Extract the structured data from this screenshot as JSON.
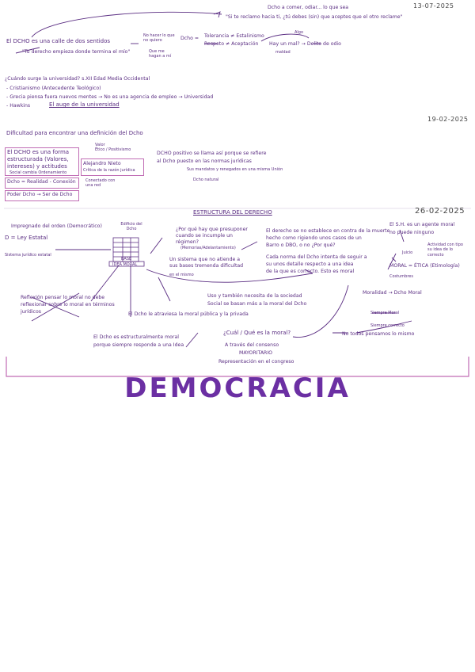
{
  "dates": {
    "d1": "13-07-2025",
    "d2": "19-02-2025",
    "d3": "26-02-2025"
  },
  "section1": {
    "top_dcho_line": "Dcho a comer, odiar... lo que sea",
    "quote": "\"Si te reclamo hacia ti, ¿tú debes (sin) que aceptes que el otro reclame\"",
    "main": "El DCHO es una calle de dos sentidos",
    "sub": "\"Tu derecho empieza donde termina el mío\"",
    "no_hacer": "No hacer lo que no quiero",
    "que_me_hagan": "Que me hagan a mí",
    "dcho_equals": "Dcho =",
    "tolerancia": "Tolerancia ≠ Estalinismo",
    "respeto": "Respeto ≠ Aceptación",
    "odio_note": "Hay un mal? → Delito de odio",
    "algo": "Algo",
    "maldad": "maldad"
  },
  "section2": {
    "question": "¿Cuándo surge la universidad? s.XII Edad Media Occidental",
    "item1": "- Cristianismo (Antecedente Teológico)",
    "item2": "- Grecia piensa fuera nuevos mentes → No es una agencia de empleo → Universidad",
    "item3": "- Hawkins",
    "item3_b": "El auge de la universidad"
  },
  "section3": {
    "heading": "Dificultad para encontrar una definición del Dcho",
    "box1_l1": "El DCHO es una forma",
    "box1_l2": "estructurada (Valores,",
    "box1_l3": "intereses) y actitudes",
    "box1_note": "Social cambia       Ordenamiento",
    "side1": "Valor",
    "side2": "Ético / Positivismo",
    "box2_l1": "Alejandro Nieto",
    "box2_l2": "Crítica de la razón jurídica",
    "box3": "Dcho = Realidad - Conexión",
    "box3_note": "Conectado con una red",
    "box4": "Poder Dcho → Ser de Dcho",
    "right1": "DCHO positivo se llama así porque se refiere",
    "right2": "al Dcho puesto en las normas jurídicas",
    "right3": "Sus mandatos y renegados en una misma Unión",
    "right4": "Dcho natural"
  },
  "section4": {
    "title": "ESTRUCTURA DEL DERECHO",
    "left_top": "Impregnado del orden (Democrático)",
    "d_ley": "D = Ley Estatal",
    "sistema": "Sistema jurídico estatal",
    "edificio": "Edificio del Dcho",
    "base": "BASE",
    "base2": "IDEA MORAL",
    "q1": "¿Por qué hay que presuponer cuando se incumple un régimen?",
    "q1b": "(Memorias/Adelantamiento)",
    "q1c": "Un sistema que no atiende a sus bases tremenda dificultad",
    "q1d": "en el mismo",
    "c1": "El derecho se no establece en contra de la muerte",
    "c2": "hecho como rigiendo unos casos de un",
    "c3": "Barro o DBO, o no ¿Por qué?",
    "c4": "Cada norma del Dcho intenta de seguir a",
    "c5": "su unos detalle respecto a una idea",
    "c6": "de la que es correcto. Esto es moral",
    "r1": "El S.H. es un agente moral",
    "r2": "no puede ninguno",
    "r3": "Actividad con tipo su idea de lo correcto",
    "r4": "Juicio",
    "r5": "MORAL = ÉTICA (Etimología)",
    "r6": "Costumbres",
    "r7": "Moralidad → Dcho Moral",
    "r8": "Siempre Moral",
    "r9": "Siempre correcto",
    "r10": "No todos pensamos lo mismo",
    "left_mid1": "Reflexión pensar lo moral no debe",
    "left_mid2": "reflexionar sobre lo moral en términos",
    "left_mid3": "jurídicos",
    "center_mid": "El Dcho le atraviesa la moral pública y la privada",
    "uso": "Uso y también necesita de la sociedad",
    "uso2": "Social se basan más a la moral del Dcho",
    "bottom_left1": "El Dcho es estructuralmente moral",
    "bottom_left2": "porque siempre responde a una Idea",
    "q_moral": "¿Cuál / Qué es la moral?",
    "traves": "A través del consenso",
    "mayoritario": "MAYORITARIO",
    "congreso": "Representación en el congreso"
  },
  "big_title": "DEMOCRACIA"
}
